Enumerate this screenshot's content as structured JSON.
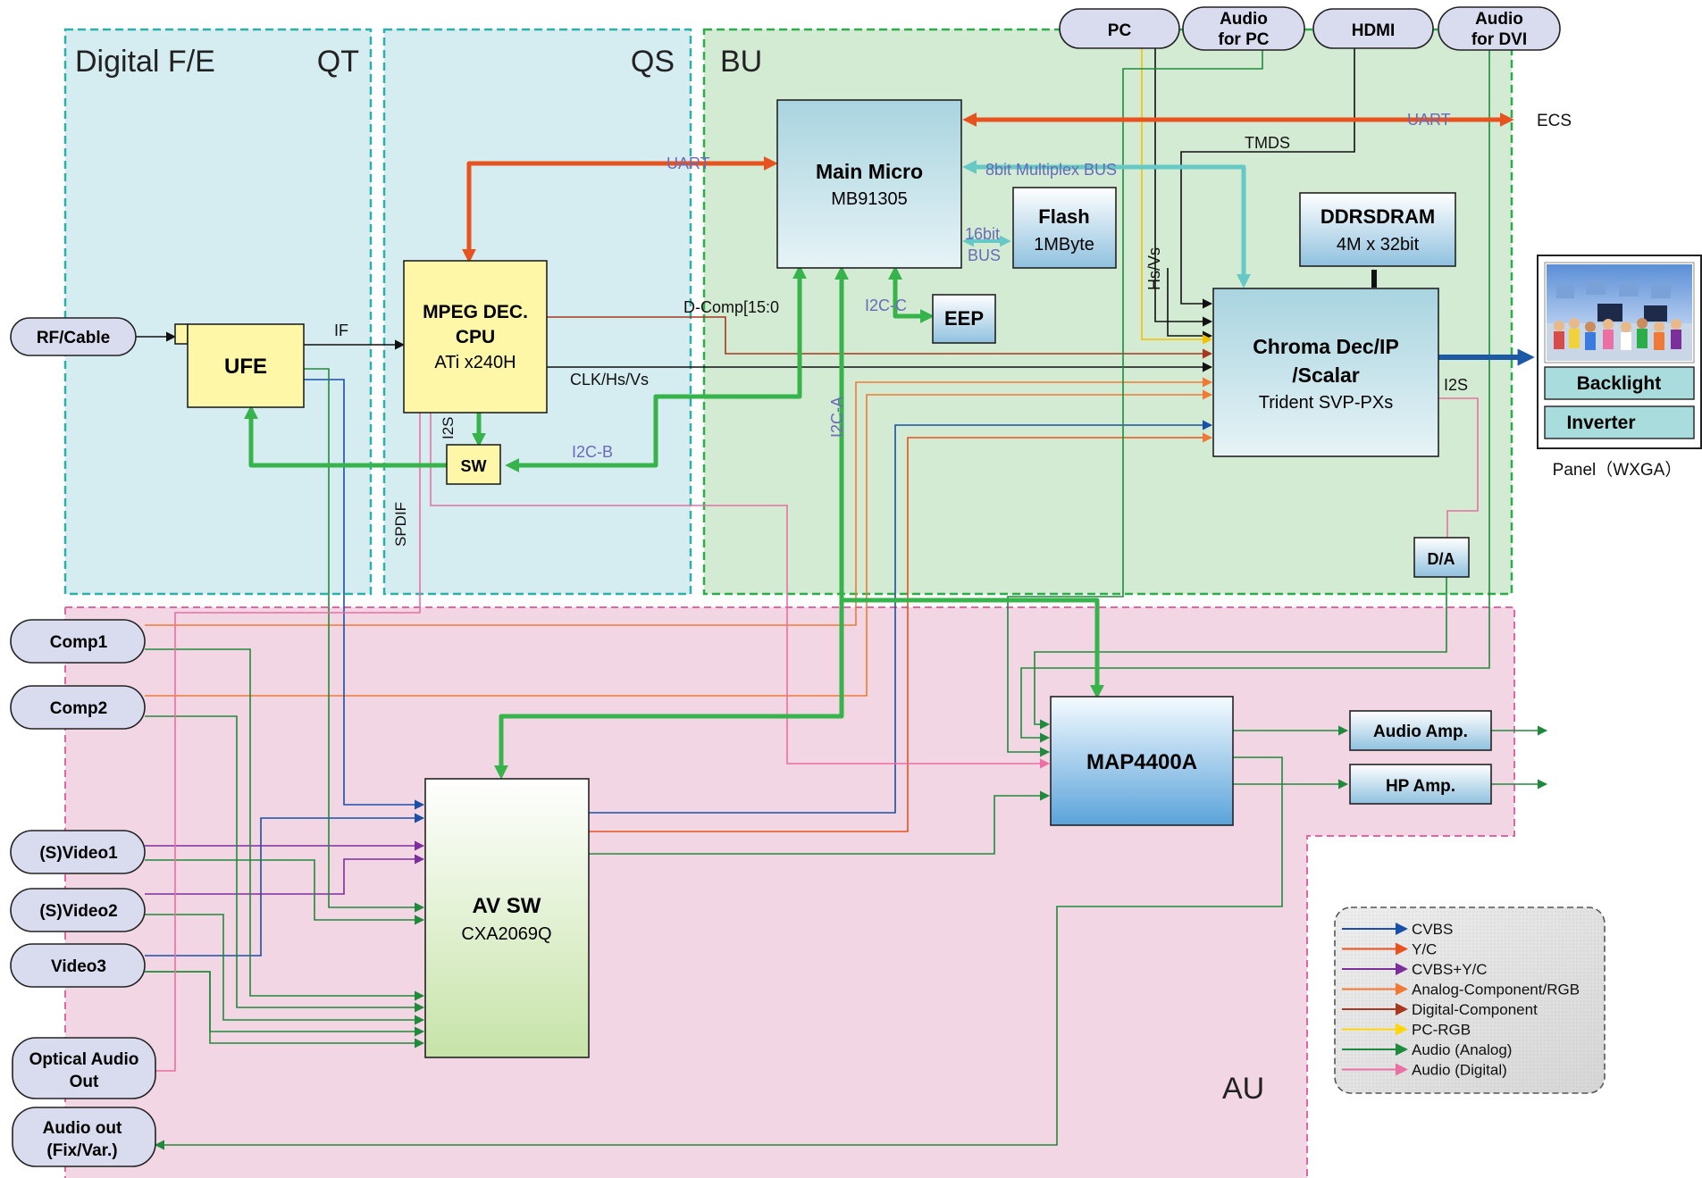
{
  "regions": {
    "qt_left": "Digital F/E",
    "qt_right": "QT",
    "qs": "QS",
    "bu": "BU",
    "au": "AU"
  },
  "inputs": {
    "rf": "RF/Cable",
    "comp1": "Comp1",
    "comp2": "Comp2",
    "svideo1": "(S)Video1",
    "svideo2": "(S)Video2",
    "video3": "Video3",
    "optical_1": "Optical Audio",
    "optical_2": "Out",
    "audio_out_1": "Audio out",
    "audio_out_2": "(Fix/Var.)",
    "pc": "PC",
    "audio_pc_1": "Audio",
    "audio_pc_2": "for PC",
    "hdmi": "HDMI",
    "audio_dvi_1": "Audio",
    "audio_dvi_2": "for DVI"
  },
  "blocks": {
    "ufe": "UFE",
    "mpeg_1": "MPEG DEC.",
    "mpeg_2": "CPU",
    "mpeg_3": "ATi x240H",
    "sw": "SW",
    "main_1": "Main Micro",
    "main_2": "MB91305",
    "flash_1": "Flash",
    "flash_2": "1MByte",
    "eep": "EEP",
    "ddr_1": "DDRSDRAM",
    "ddr_2": "4M x 32bit",
    "chroma_1": "Chroma Dec/IP",
    "chroma_2": "/Scalar",
    "chroma_3": "Trident SVP-PXs",
    "da": "D/A",
    "avsw_1": "AV SW",
    "avsw_2": "CXA2069Q",
    "map": "MAP4400A",
    "audio_amp": "Audio Amp.",
    "hp_amp": "HP Amp.",
    "backlight": "Backlight",
    "inverter": "Inverter",
    "panel": "Panel（WXGA）"
  },
  "signals": {
    "if": "IF",
    "uart_top": "UART",
    "uart_left": "UART",
    "ecs": "ECS",
    "tmds": "TMDS",
    "bus8": "8bit Multiplex BUS",
    "bus16_1": "16bit",
    "bus16_2": "BUS",
    "hsvs_v": "Hs/Vs",
    "dcomp": "D-Comp[15:0",
    "clk": "CLK/Hs/Vs",
    "i2cc": "I2C-C",
    "i2ca": "I2C-A",
    "i2cb": "I2C-B",
    "i2s_mpeg": "I2S",
    "i2s_chroma": "I2S",
    "spdif": "SPDIF"
  },
  "legend": [
    {
      "label": "CVBS",
      "color": "#1a4fa8"
    },
    {
      "label": "Y/C",
      "color": "#e8521e"
    },
    {
      "label": "CVBS+Y/C",
      "color": "#7b2f9a"
    },
    {
      "label": "Analog-Component/RGB",
      "color": "#f07a35"
    },
    {
      "label": "Digital-Component",
      "color": "#a5381f"
    },
    {
      "label": "PC-RGB",
      "color": "#ffd60a"
    },
    {
      "label": "Audio (Analog)",
      "color": "#1f8a3b"
    },
    {
      "label": "Audio (Digital)",
      "color": "#ea6fa3"
    }
  ],
  "colors": {
    "region_blue_fill": "#d5ecf0",
    "region_green_fill": "#d3ead3",
    "region_pink_fill": "#f2d6e4",
    "region_blue_border": "#2bb0aa",
    "region_green_border": "#2bae4a",
    "region_pink_border": "#e066a6",
    "uart": "#e8521e",
    "i2c": "#36b34a",
    "bus8": "#66c9c6",
    "video_out": "#1c5aa8",
    "pill_fill": "#d9dcef",
    "yellow_block": "#fff7a8",
    "label_purple": "#6a6ab8"
  }
}
